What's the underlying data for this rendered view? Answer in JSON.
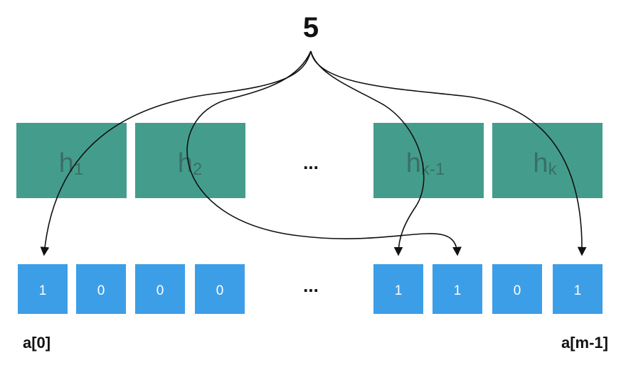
{
  "input_value": "5",
  "hash_functions": [
    {
      "base": "h",
      "sub": "1"
    },
    {
      "base": "h",
      "sub": "2"
    },
    {
      "base": "h",
      "sub": "k-1"
    },
    {
      "base": "h",
      "sub": "k"
    }
  ],
  "hash_ellipsis": "...",
  "bit_cells": [
    "1",
    "0",
    "0",
    "0",
    "1",
    "1",
    "0",
    "1"
  ],
  "bit_ellipsis": "...",
  "index_labels": {
    "first": "a[0]",
    "last": "a[m-1]"
  },
  "colors": {
    "hash_box": "#449d8c",
    "hash_text": "#3a6e66",
    "bit_cell": "#3d9ee8",
    "bit_text": "#ffffff",
    "arrow": "#111111",
    "label": "#111111"
  }
}
